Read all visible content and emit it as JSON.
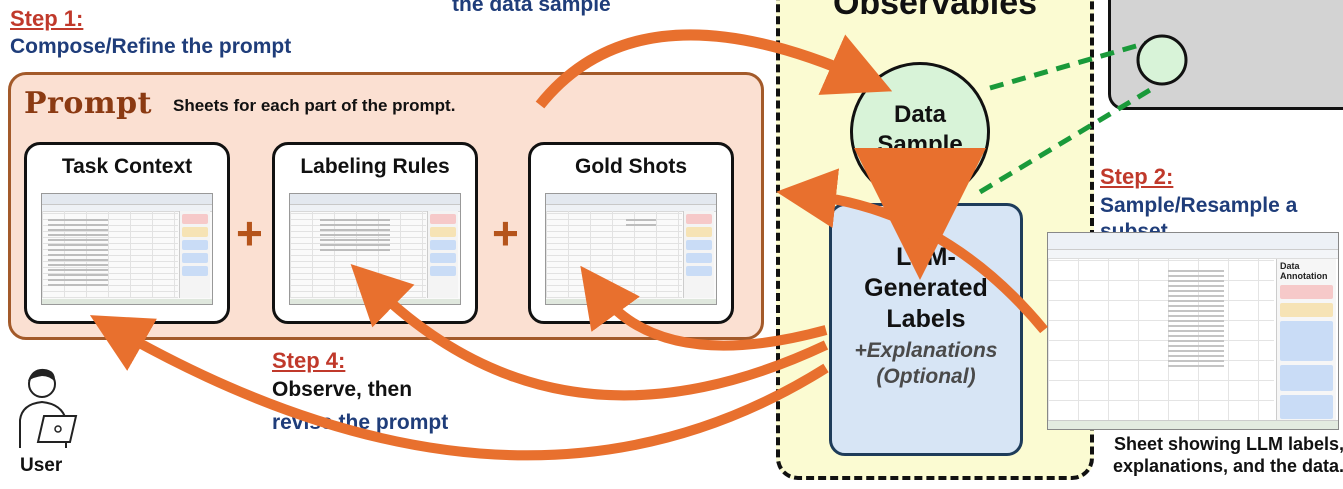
{
  "step1": {
    "title": "Step 1:",
    "text": "Compose/Refine the prompt"
  },
  "arrow_note": "the data sample",
  "prompt": {
    "title": "Prompt",
    "subtitle": "Sheets for each part of the prompt.",
    "cards": [
      {
        "label": "Task Context"
      },
      {
        "label": "Labeling Rules"
      },
      {
        "label": "Gold Shots"
      }
    ],
    "plus": "+"
  },
  "observables": {
    "title": "Observables",
    "data_sample": {
      "line1": "Data",
      "line2": "Sample"
    },
    "llm": {
      "line1": "LLM-",
      "line2": "Generated",
      "line3": "Labels",
      "expl1": "+Explanations",
      "expl2": "(Optional)"
    }
  },
  "step2": {
    "title": "Step 2:",
    "line1": "Sample/Resample a",
    "line2": "subset"
  },
  "step4": {
    "title": "Step 4:",
    "line1": "Observe, then",
    "line2": "revise the prompt"
  },
  "user": {
    "label": "User"
  },
  "sheet": {
    "side_title1": "Data",
    "side_title2": "Annotation",
    "caption1": "Sheet showing LLM labels,",
    "caption2": "explanations, and the data."
  },
  "colors": {
    "step_title": "#c0392b",
    "step_text": "#1f3d7a",
    "arrow": "#e8702e",
    "dashed_link": "#1a9a3a",
    "prompt_panel": "#fbe0d2",
    "observables_bg": "#fbfbd2",
    "data_sample_fill": "#d8f3d8",
    "llm_fill": "#d7e5f5"
  }
}
